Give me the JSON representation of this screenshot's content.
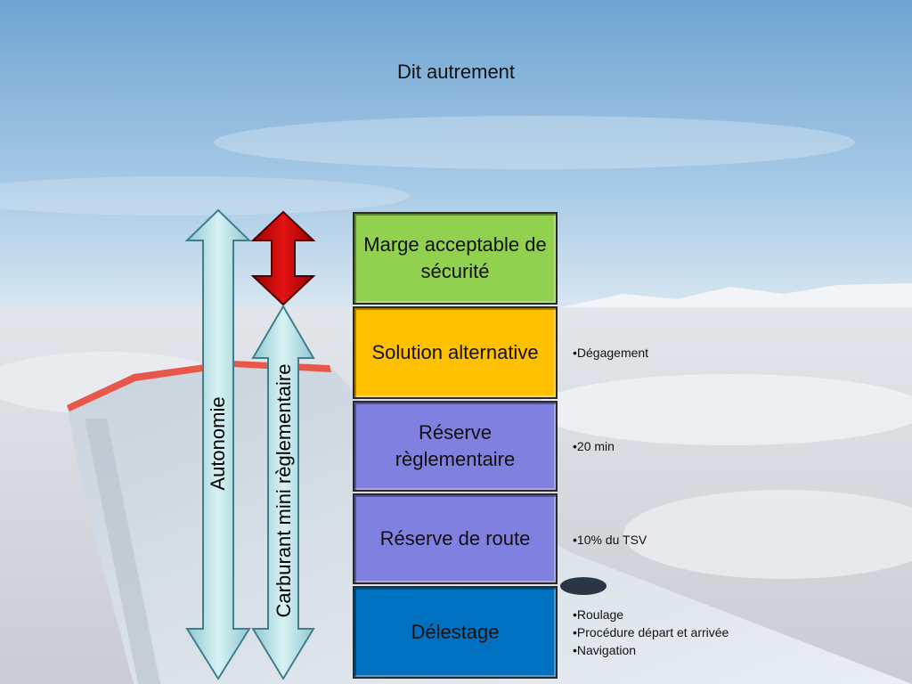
{
  "slide": {
    "title": "Dit autrement"
  },
  "arrows": {
    "autonomie_label": "Autonomie",
    "carburant_label": "Carburant mini règlementaire"
  },
  "blocks": [
    {
      "label": "Marge acceptable de sécurité",
      "color": "#92d050"
    },
    {
      "label": "Solution alternative",
      "color": "#ffc000"
    },
    {
      "label": "Réserve règlementaire",
      "color": "#8080e0"
    },
    {
      "label": "Réserve de route",
      "color": "#8080e0"
    },
    {
      "label": "Délestage",
      "color": "#0070c0"
    }
  ],
  "notes": {
    "solution": [
      "•Dégagement"
    ],
    "reserve_reglementaire": [
      "•20 min"
    ],
    "reserve_route": [
      "•10% du TSV"
    ],
    "delestage": [
      "•Roulage",
      "•Procédure départ et arrivée",
      "•Navigation"
    ]
  },
  "colors": {
    "sky_top": "#7fb0d8",
    "sky_bottom": "#d6e6f2",
    "clouds": "#e8e8ec",
    "arrow_fill": "#bfe6ea",
    "red_arrow": "#d01010"
  }
}
